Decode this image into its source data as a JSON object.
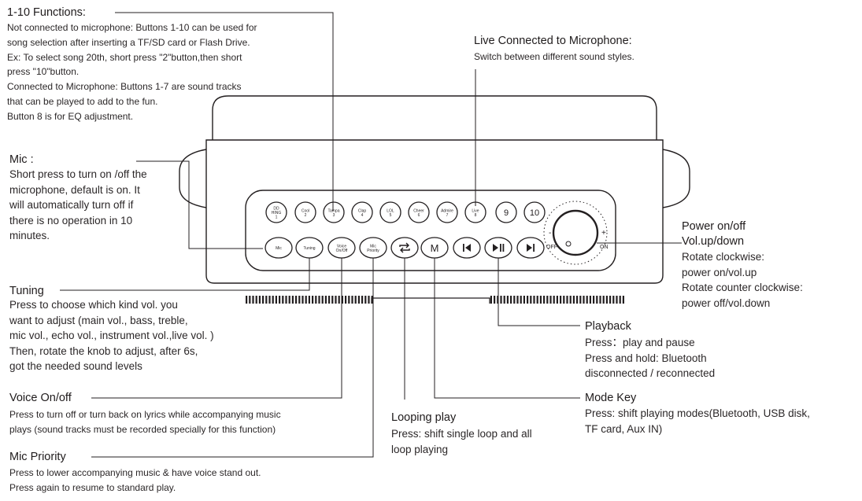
{
  "functions": {
    "title": "1-10 Functions:",
    "lines": [
      "Not connected to microphone: Buttons 1-10 can be used for",
      "song selection after inserting a TF/SD card or Flash Drive.",
      "Ex: To select song 20th, short press \"2\"button,then short",
      "press \"10\"button.",
      "Connected to Microphone: Buttons 1-7 are sound tracks",
      "that can be played to add to the fun.",
      "Button 8 is for EQ adjustment."
    ]
  },
  "live": {
    "title": "Live Connected to Microphone:",
    "desc": "Switch between different sound styles."
  },
  "mic": {
    "title": "Mic :",
    "lines": [
      "Short press to turn on /off the",
      "microphone, default is on. It",
      "will automatically turn off if",
      "there is no operation in 10",
      "minutes."
    ]
  },
  "power": {
    "title_lines": [
      "Power on/off",
      "Vol.up/down"
    ],
    "lines": [
      "Rotate clockwise:",
      "power on/vol.up",
      "Rotate counter clockwise:",
      "power off/vol.down"
    ]
  },
  "tuning": {
    "title": "Tuning",
    "lines": [
      "Press to choose which kind vol. you",
      "want to adjust (main vol., bass, treble,",
      "mic vol., echo vol.,  instrument vol.,live vol. )",
      "Then, rotate the knob to adjust, after 6s,",
      "got the needed sound levels"
    ]
  },
  "playback": {
    "title": "Playback",
    "lines": [
      "Press：play and pause",
      "Press and hold: Bluetooth",
      "disconnected / reconnected"
    ]
  },
  "voice": {
    "title": "Voice  On/off",
    "lines": [
      "Press to turn off or turn back on lyrics while accompanying music",
      "plays (sound tracks must be recorded specially for this function)"
    ]
  },
  "mode": {
    "title": "Mode Key",
    "lines": [
      "Press: shift playing modes(Bluetooth, USB disk,",
      "TF card, Aux IN)"
    ]
  },
  "looping": {
    "title": "Looping play",
    "lines": [
      "Press: shift single loop and all",
      "loop playing"
    ]
  },
  "priority": {
    "title": "Mic Priority",
    "lines": [
      "Press to lower accompanying music & have voice stand out.",
      "Press again to resume to standard play."
    ]
  },
  "device": {
    "top_buttons": [
      [
        "DD",
        "HING",
        "1"
      ],
      [
        "Cool",
        "2"
      ],
      [
        "Tampa",
        "3"
      ],
      [
        "Clap",
        "4"
      ],
      [
        "LOL",
        "5"
      ],
      [
        "Cheer",
        "6"
      ],
      [
        "Admire",
        "7"
      ],
      [
        "Live",
        "8"
      ],
      [
        "9"
      ],
      [
        "10"
      ]
    ],
    "bottom_buttons": [
      [
        "Mic"
      ],
      [
        "Tuning"
      ],
      [
        "Voice",
        "On/Off"
      ],
      [
        "Mic",
        "Priority"
      ],
      [
        "loop-icon"
      ],
      [
        "M"
      ],
      [
        "previous-icon"
      ],
      [
        "play-pause-icon"
      ],
      [
        "next-icon"
      ]
    ],
    "knob_labels": {
      "off": "OFF",
      "on": "ON",
      "minus": "-",
      "plus": "+"
    }
  }
}
